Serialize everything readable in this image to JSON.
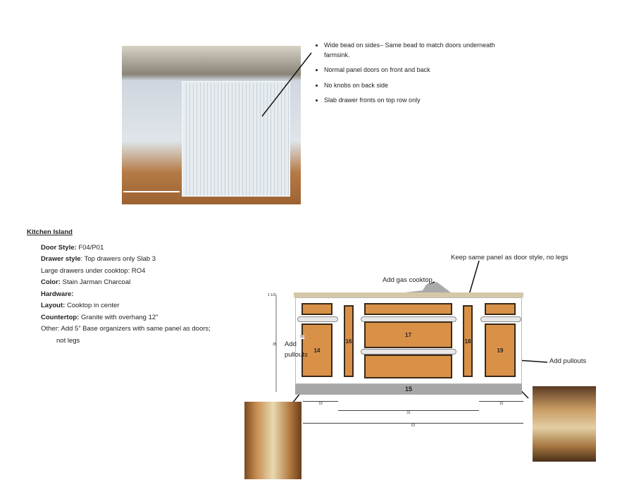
{
  "bullets": [
    "Wide bead on sides– Same bead to match doors underneath farmsink.",
    "Normal panel doors on front and back",
    "No knobs on back side",
    "Slab drawer fronts on top row only"
  ],
  "spec": {
    "heading": "Kitchen Island",
    "rows": [
      {
        "label": "Door Style:",
        "value": " F04/P01"
      },
      {
        "label": "Drawer style",
        "value": ": Top drawers only Slab 3"
      },
      {
        "label": "",
        "value": "Large drawers under cooktop: RO4"
      },
      {
        "label": "Color:",
        "value": " Stain Jarman Charcoal"
      },
      {
        "label": "Hardware:",
        "value": ""
      },
      {
        "label": "Layout:",
        "value": " Cooktop in center"
      },
      {
        "label": "Countertop:",
        "value": " Granite with overhang 12”"
      },
      {
        "label": "",
        "value": "Other: Add 5” Base organizers with same panel as doors;"
      }
    ],
    "continuation": "not legs"
  },
  "annotations": {
    "panel": "Keep same panel as door style, no legs",
    "cooktop": "Add gas cooktop",
    "pullouts_left": "Add pullouts",
    "pullouts_right": "Add pullouts"
  },
  "drawing": {
    "labels": {
      "c14": "14",
      "c16": "16",
      "c17": "17",
      "c18": "18",
      "c19": "19",
      "c15": "15"
    },
    "dims": {
      "height": "35",
      "top": "1 1/2",
      "inner": "30",
      "left": "18",
      "center": "31",
      "right": "16",
      "total": "63"
    }
  }
}
